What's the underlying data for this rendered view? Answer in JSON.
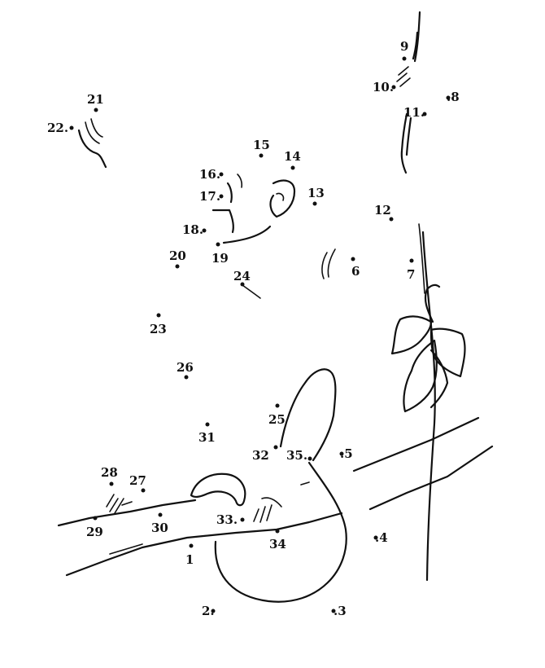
{
  "puzzle": {
    "points": [
      {
        "label": "1"
      },
      {
        "label": "2."
      },
      {
        "label": ".3"
      },
      {
        "label": ".4"
      },
      {
        "label": ".5"
      },
      {
        "label": "6"
      },
      {
        "label": "7"
      },
      {
        "label": ".8"
      },
      {
        "label": "9"
      },
      {
        "label": "10."
      },
      {
        "label": "11."
      },
      {
        "label": "12"
      },
      {
        "label": "13"
      },
      {
        "label": "14"
      },
      {
        "label": "15"
      },
      {
        "label": "16."
      },
      {
        "label": "17."
      },
      {
        "label": "18."
      },
      {
        "label": "19"
      },
      {
        "label": "20"
      },
      {
        "label": "21"
      },
      {
        "label": "22."
      },
      {
        "label": "23"
      },
      {
        "label": "24"
      },
      {
        "label": "25"
      },
      {
        "label": "26"
      },
      {
        "label": "27"
      },
      {
        "label": "28"
      },
      {
        "label": "29"
      },
      {
        "label": "30"
      },
      {
        "label": "31"
      },
      {
        "label": "32"
      },
      {
        "label": "33."
      },
      {
        "label": "34"
      },
      {
        "label": "35."
      }
    ]
  }
}
